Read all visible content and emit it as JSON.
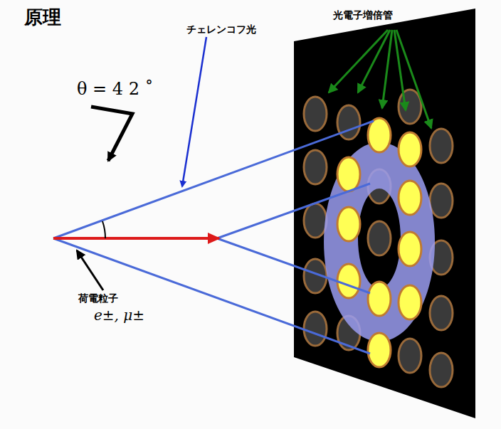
{
  "diagram": {
    "title": "原理",
    "labels": [
      "光電子増倍管",
      "チェレンコフ光",
      "θ = 4 2 ˚",
      "荷電粒子",
      "e±, μ±"
    ]
  }
}
